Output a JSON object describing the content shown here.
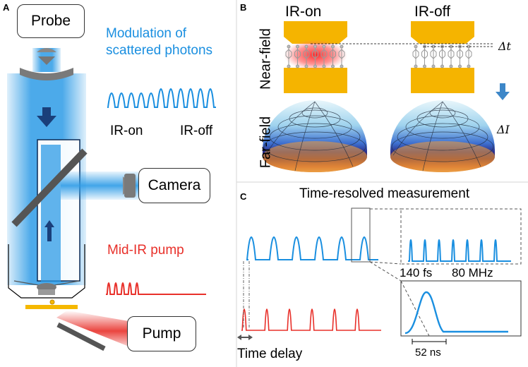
{
  "panels": {
    "a": "A",
    "b": "B",
    "c": "C"
  },
  "panel_a": {
    "probe": "Probe",
    "modulation_title_line1": "Modulation of",
    "modulation_title_line2": "scattered photons",
    "ir_on": "IR-on",
    "ir_off": "IR-off",
    "camera": "Camera",
    "mid_ir_pump": "Mid-IR pump",
    "pump": "Pump",
    "colors": {
      "probe_beam": "#2d9be6",
      "pump_beam": "#e8302a",
      "sample": "#f5b800"
    }
  },
  "panel_b": {
    "ir_on": "IR-on",
    "ir_off": "IR-off",
    "near_field": "Near-field",
    "far_field": "Far-field",
    "delta_t": "Δt",
    "delta_i": "ΔI",
    "colors": {
      "electrode": "#f5b400",
      "hot_spot": "#e8302a"
    }
  },
  "panel_c": {
    "title": "Time-resolved measurement",
    "time_delay": "Time delay",
    "fs_label": "140 fs",
    "rate_label": "80 MHz",
    "pulse_width": "52 ns",
    "colors": {
      "probe": "#1a8fe0",
      "pump": "#e8302a"
    }
  }
}
